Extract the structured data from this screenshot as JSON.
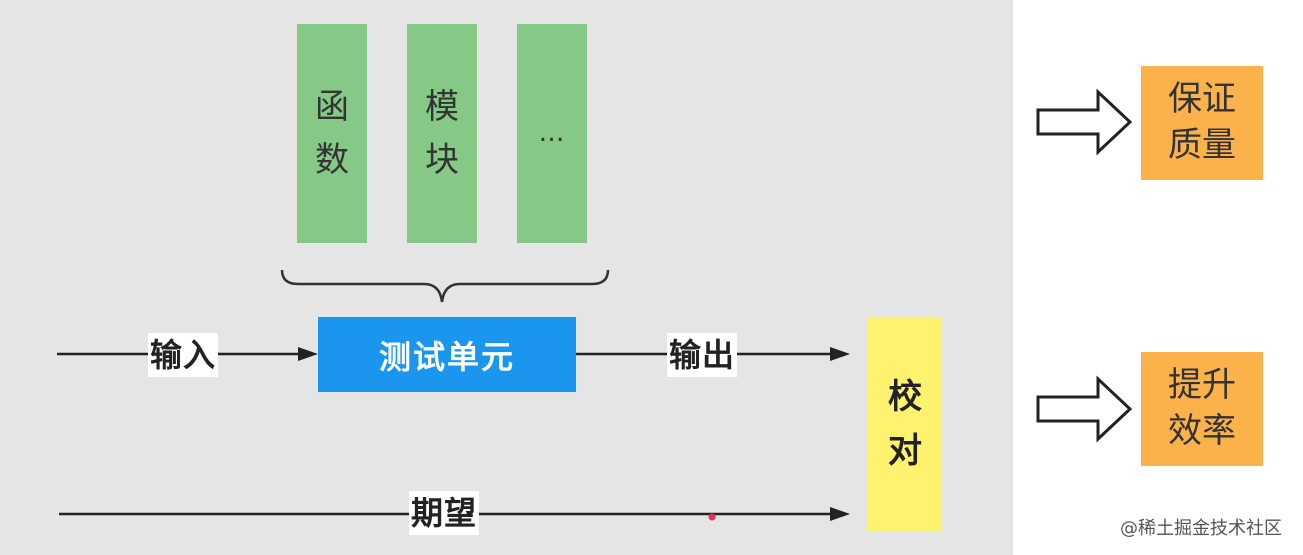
{
  "diagram": {
    "components": [
      {
        "id": "func",
        "label": "函数"
      },
      {
        "id": "module",
        "label": "模块"
      },
      {
        "id": "more",
        "label": "…"
      }
    ],
    "unit": {
      "label": "测试单元"
    },
    "flows": {
      "input": "输入",
      "output": "输出",
      "expected": "期望"
    },
    "check": {
      "label": "校对"
    },
    "outcomes": [
      {
        "id": "quality",
        "label": "保证质量"
      },
      {
        "id": "efficiency",
        "label": "提升效率"
      }
    ]
  },
  "watermark": "@稀土掘金技术社区",
  "colors": {
    "panel_bg": "#e5e5e5",
    "component_green": "#86c986",
    "unit_blue": "#1a96ee",
    "check_yellow": "#fef26e",
    "outcome_orange": "#fbb24a"
  }
}
